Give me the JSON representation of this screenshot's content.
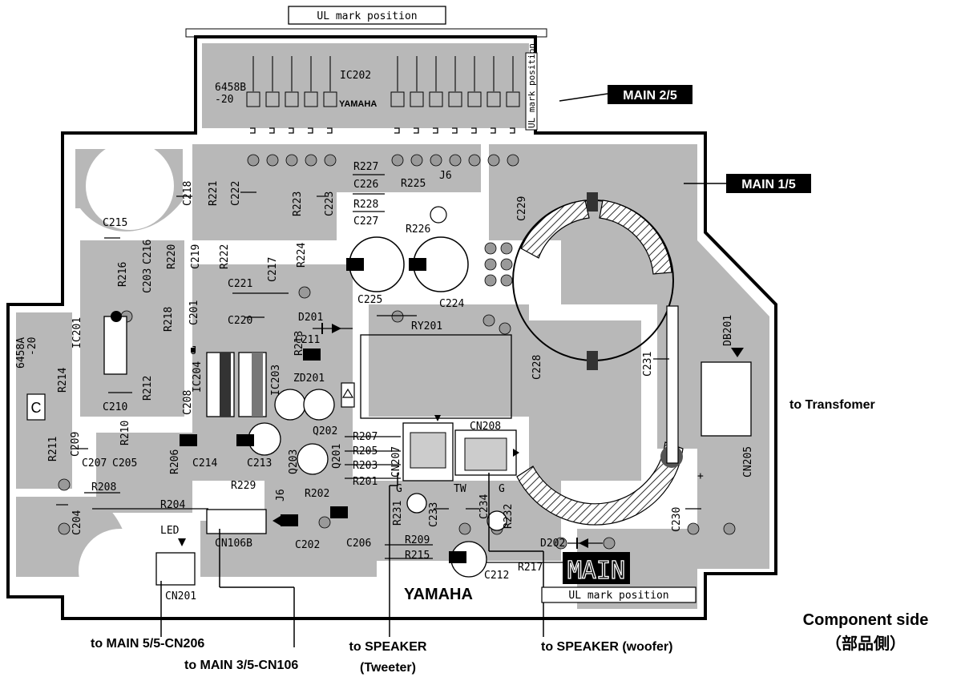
{
  "ul_mark_top": "UL mark position",
  "ul_mark_bottom": "UL mark position",
  "ul_mark_vertical": "UL mark position",
  "board_tags": {
    "main_2_5": "MAIN 2/5",
    "main_1_5": "MAIN 1/5",
    "main_stamp": "MAIN"
  },
  "callouts": {
    "transformer": "to Transfomer",
    "cn206": "to MAIN 5/5-CN206",
    "cn106": "to MAIN 3/5-CN106",
    "speaker_tweeter_1": "to SPEAKER",
    "speaker_tweeter_2": "(Tweeter)",
    "speaker_woofer": "to SPEAKER (woofer)"
  },
  "side_label": {
    "line1": "Component side",
    "line2": "（部品側）"
  },
  "brand": {
    "top": "YAMAHA",
    "bottom": "YAMAHA"
  },
  "part_numbers": {
    "pn1": "6458B",
    "pn2": "-20",
    "pn3": "6458A",
    "pn4": "-20"
  },
  "markings": {
    "led": "LED",
    "c_mark": "C",
    "g1": "G",
    "tw": "TW",
    "g2": "G",
    "plus": "+",
    "jumper": "J"
  },
  "refs": {
    "ic202": "IC202",
    "r227": "R227",
    "c226": "C226",
    "r228": "R228",
    "c227": "C227",
    "r225": "R225",
    "j6a": "J6",
    "r226": "R226",
    "c229": "C229",
    "c218": "C218",
    "r221": "R221",
    "c222": "C222",
    "r223": "R223",
    "c223": "C223",
    "c215": "C215",
    "c216": "C216",
    "r220": "R220",
    "c219": "C219",
    "r222": "R222",
    "r224": "R224",
    "c217": "C217",
    "r216": "R216",
    "c203": "C203",
    "c221": "C221",
    "c225": "C225",
    "c224": "C224",
    "d201": "D201",
    "r218": "R218",
    "c201": "C201",
    "c220": "C220",
    "ry201": "RY201",
    "ic201": "IC201",
    "r213": "R213",
    "c211": "C211",
    "c228": "C228",
    "c231": "C231",
    "db201": "DB201",
    "ic204": "IC204",
    "ic203": "IC203",
    "zd201": "ZD201",
    "r214": "R214",
    "r212": "R212",
    "c208": "C208",
    "c210": "C210",
    "q202": "Q202",
    "r207": "R207",
    "cn207": "CN207",
    "cn208": "CN208",
    "r211": "R211",
    "c209": "C209",
    "r210": "R210",
    "r206": "R206",
    "q203": "Q203",
    "q201": "Q201",
    "r205": "R205",
    "r203": "R203",
    "c214": "C214",
    "c213": "C213",
    "c207": "C207",
    "c205": "C205",
    "r201": "R201",
    "cn205": "CN205",
    "r208": "R208",
    "r229": "R229",
    "j6b": "J6",
    "r202": "R202",
    "r231": "R231",
    "c233": "C233",
    "c234": "C234",
    "r232": "R232",
    "c230": "C230",
    "c204": "C204",
    "r204": "R204",
    "cn106b": "CN106B",
    "r209": "R209",
    "c202": "C202",
    "c206": "C206",
    "d202": "D202",
    "r215": "R215",
    "cn201": "CN201",
    "c212": "C212",
    "r217": "R217"
  }
}
